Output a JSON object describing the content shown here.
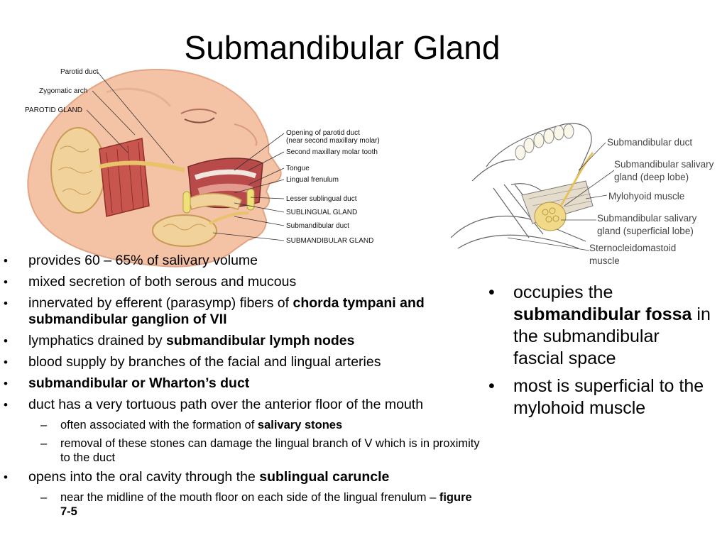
{
  "title": "Submandibular Gland",
  "figure_left": {
    "labels_left": [
      "Parotid duct",
      "Zygomatic arch",
      "PAROTID GLAND"
    ],
    "labels_right": [
      "Opening of parotid duct",
      "(near second maxillary molar)",
      "Second maxillary molar tooth",
      "Tongue",
      "Lingual frenulum",
      "Lesser sublingual duct",
      "SUBLINGUAL GLAND",
      "Submandibular duct",
      "SUBMANDIBULAR GLAND"
    ]
  },
  "figure_right": {
    "labels": [
      "Submandibular duct",
      "Submandibular salivary",
      "gland (deep lobe)",
      "Mylohyoid muscle",
      "Submandibular salivary",
      "gland (superficial lobe)",
      "Sternocleidomastoid",
      "muscle"
    ]
  },
  "left_bullets": {
    "b1": "provides 60 – 65% of salivary volume",
    "b2": "mixed secretion of both serous and mucous",
    "b3_pre": "innervated by efferent (parasymp) fibers of ",
    "b3_bold": "chorda tympani and submandibular ganglion of VII",
    "b4_pre": "lymphatics drained by ",
    "b4_bold": "submandibular lymph nodes",
    "b5": "blood supply by branches of the facial and lingual arteries",
    "b6_bold": "submandibular or Wharton’s duct",
    "b7": "duct has a very tortuous path over the anterior floor of the mouth",
    "b7_sub1_pre": "often associated with the formation of ",
    "b7_sub1_bold": "salivary stones",
    "b7_sub2": "removal of these stones can damage the lingual branch of V which is in proximity to the duct",
    "b8_pre": "opens into the oral cavity through the ",
    "b8_bold": "sublingual caruncle",
    "b8_sub1_pre": "near the midline of the mouth floor on each side of the lingual frenulum – ",
    "b8_sub1_bold": "figure 7-5"
  },
  "right_bullets": {
    "r1_pre": "occupies the ",
    "r1_bold": "submandibular fossa",
    "r1_post": "  in the submandibular fascial space",
    "r2": "most is superficial to the mylohoid muscle"
  }
}
